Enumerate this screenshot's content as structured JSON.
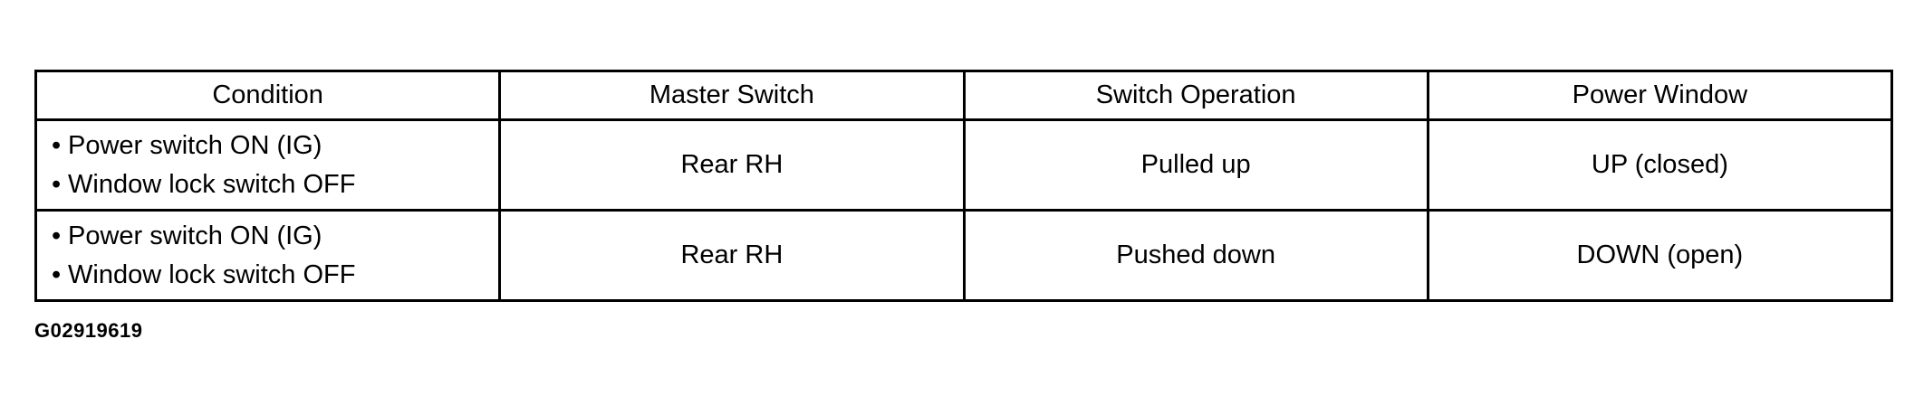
{
  "table": {
    "headers": [
      "Condition",
      "Master Switch",
      "Switch Operation",
      "Power Window"
    ],
    "rows": [
      {
        "condition": [
          "Power switch ON (IG)",
          "Window lock switch OFF"
        ],
        "master_switch": "Rear RH",
        "switch_operation": "Pulled up",
        "power_window": "UP (closed)"
      },
      {
        "condition": [
          "Power switch ON (IG)",
          "Window lock switch OFF"
        ],
        "master_switch": "Rear RH",
        "switch_operation": "Pushed down",
        "power_window": "DOWN (open)"
      }
    ]
  },
  "bullet_glyph": "•",
  "figure_id": "G02919619"
}
